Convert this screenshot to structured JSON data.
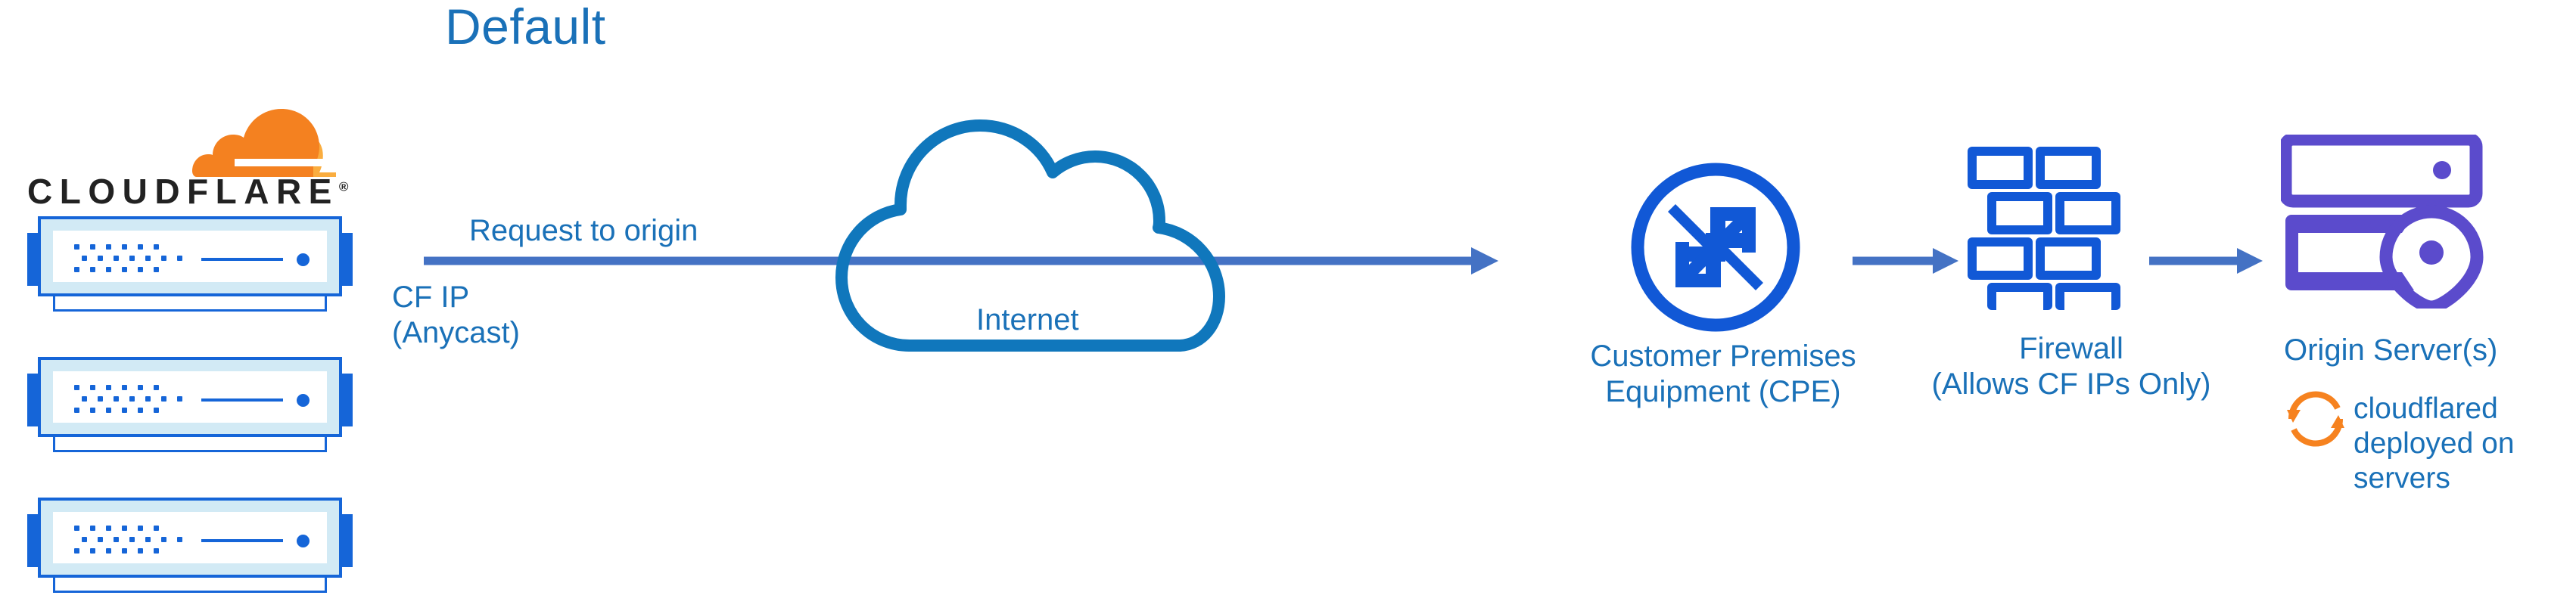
{
  "diagram": {
    "title": "Default",
    "title_color": "#1a71b8"
  },
  "brand": {
    "name": "CLOUDFLARE",
    "registered_mark": "®",
    "logo_icon": "cloudflare-cloud-logo",
    "logo_color_primary": "#F48120",
    "logo_color_secondary": "#FAAD3F",
    "wordmark_color": "#231F20"
  },
  "nodes": [
    {
      "id": "cloudflare-edge",
      "icon": "server-rack-icon",
      "count": 3,
      "label": "CF IP\n(Anycast)",
      "color": "#1565d8"
    },
    {
      "id": "internet",
      "icon": "cloud-outline-icon",
      "label": "Internet",
      "color": "#1077bc"
    },
    {
      "id": "cpe",
      "icon": "router-four-arrows-icon",
      "label": "Customer Premises\nEquipment (CPE)",
      "color": "#1158d6"
    },
    {
      "id": "firewall",
      "icon": "brick-wall-icon",
      "label": "Firewall\n(Allows CF IPs Only)",
      "color": "#1158d6"
    },
    {
      "id": "origin-server",
      "icon": "server-with-location-pin-icon",
      "label": "Origin Server(s)",
      "color": "#5b4bcc"
    }
  ],
  "edges": [
    {
      "id": "edge-main",
      "label": "Request to origin",
      "from": "cloudflare-edge",
      "to": "cpe",
      "color": "#4472c4"
    },
    {
      "id": "edge-cpe-firewall",
      "label": "",
      "from": "cpe",
      "to": "firewall",
      "color": "#4472c4"
    },
    {
      "id": "edge-firewall-origin",
      "label": "",
      "from": "firewall",
      "to": "origin-server",
      "color": "#4472c4"
    }
  ],
  "annotations": [
    {
      "id": "cloudflared-note",
      "icon": "refresh-circular-arrows-icon",
      "icon_color": "#F6821F",
      "text": "cloudflared\ndeployed on\nservers",
      "text_color": "#1a71b8"
    }
  ],
  "labels": {
    "title": "Default",
    "request_to_origin": "Request to origin",
    "cf_ip": "CF IP\n(Anycast)",
    "internet": "Internet",
    "cpe": "Customer Premises\nEquipment (CPE)",
    "firewall": "Firewall\n(Allows CF IPs Only)",
    "origin_server": "Origin Server(s)",
    "cloudflared": "cloudflared\ndeployed on\nservers"
  },
  "colors": {
    "title_blue": "#1a71b8",
    "label_blue": "#1a71b8",
    "arrow_blue": "#4472c4",
    "rack_blue": "#1565d8",
    "rack_fill": "#d2eaf5",
    "cloud_blue": "#1077bc",
    "icon_blue": "#1158d6",
    "origin_purple": "#5b4bcc",
    "orange": "#F6821F",
    "background": "#ffffff"
  }
}
